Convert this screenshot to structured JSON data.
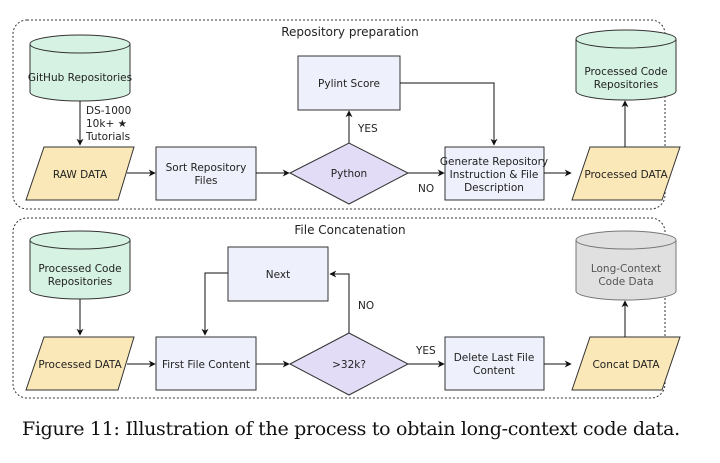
{
  "panels": {
    "top": {
      "title": "Repository preparation",
      "github": "GitHub Repositories",
      "sources": [
        "DS-1000",
        "10k+ ★",
        "Tutorials"
      ],
      "raw": "RAW DATA",
      "sort": [
        "Sort Repository",
        "Files"
      ],
      "python": "Python",
      "pylint": "Pylint Score",
      "yes": "YES",
      "no": "NO",
      "generate": [
        "Generate Repository",
        "Instruction & File",
        "Description"
      ],
      "processed": "Processed DATA",
      "processed_repos": [
        "Processed Code",
        "Repositories"
      ]
    },
    "bottom": {
      "title": "File Concatenation",
      "processed_repos": [
        "Processed Code",
        "Repositories"
      ],
      "processed": "Processed DATA",
      "first": "First File Content",
      "next": "Next",
      "check": ">32k?",
      "no": "NO",
      "yes": "YES",
      "delete": [
        "Delete Last File",
        "Content"
      ],
      "concat": "Concat DATA",
      "long": [
        "Long-Context",
        "Code Data"
      ]
    }
  },
  "caption": "Figure 11: Illustration of the process to obtain long-context code data.",
  "colors": {
    "cylinder": "#d5f2e3",
    "cylinder_gray": "#e0e0e0",
    "data": "#fbe8b8",
    "process": "#eef0fb",
    "decision": "#e3dcf6"
  }
}
